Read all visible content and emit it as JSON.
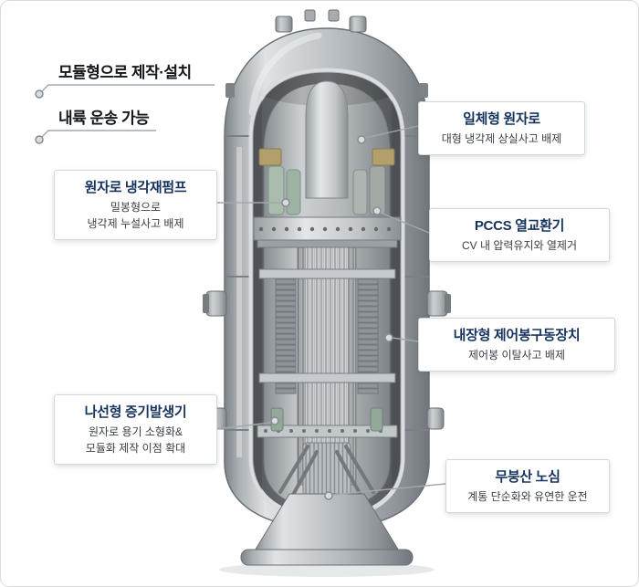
{
  "labels": {
    "modular": "모듈형으로 제작·설치",
    "inland": "내륙 운송 가능"
  },
  "callouts": {
    "pump": {
      "title": "원자로 냉각재펌프",
      "lines": [
        "밀봉형으로",
        "냉각제 누설사고 배제"
      ]
    },
    "integral": {
      "title": "일체형 원자로",
      "lines": [
        "대형 냉각제 상실사고 배제"
      ]
    },
    "pccs": {
      "title": "PCCS 열교환기",
      "lines": [
        "CV 내 압력유지와 열제거"
      ]
    },
    "crdm": {
      "title": "내장형 제어봉구동장치",
      "lines": [
        "제어봉 이탈사고 배제"
      ]
    },
    "sg": {
      "title": "나선형 증기발생기",
      "lines": [
        "원자로 용기 소형화&",
        "모듈화 제작 이점 확대"
      ]
    },
    "core": {
      "title": "무붕산 노심",
      "lines": [
        "계통 단순화와 유연한 운전"
      ]
    }
  },
  "colors": {
    "heading_text": "#14181c",
    "callout_title": "#16335c",
    "callout_subtitle": "#3a4046",
    "box_border": "#d2d7da",
    "leader_line": "#a2a8ad",
    "vessel_gray": "#b2b8bc",
    "pump_green": "#a9bcae",
    "insulation_tan": "#b2a06c"
  }
}
